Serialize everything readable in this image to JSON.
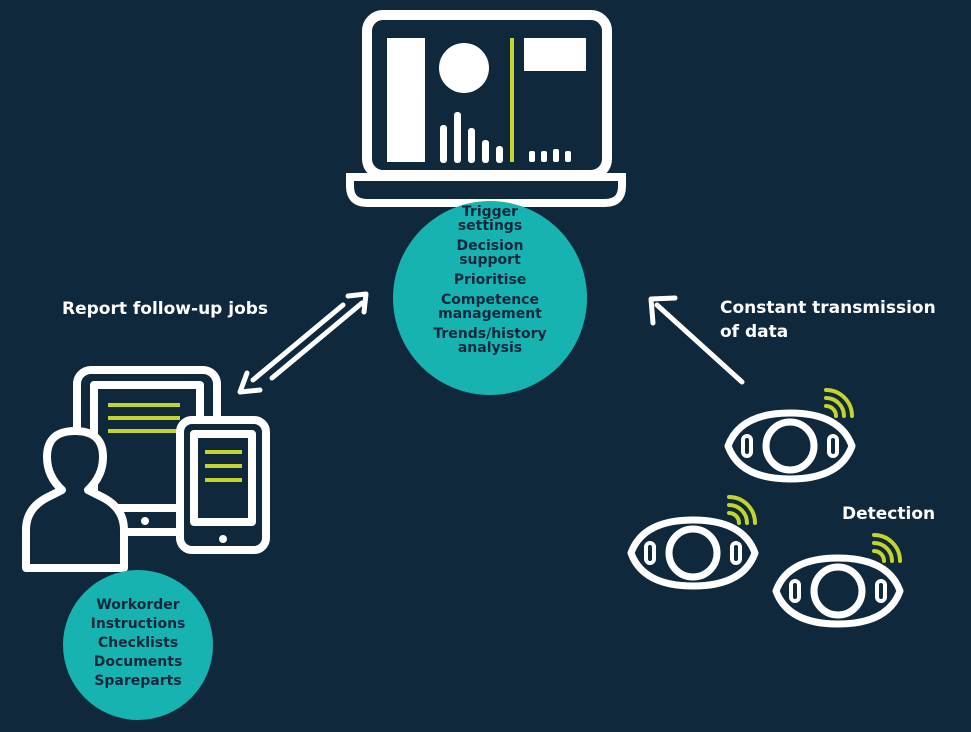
{
  "colors": {
    "background": "#0f283b",
    "outline": "#ffffff",
    "accent_lime": "#c3d52c",
    "teal": "#17b3b1",
    "text_dark": "#0f283b"
  },
  "central_circle": {
    "items": [
      "Trigger settings",
      "Decision support",
      "Prioritise",
      "Competence management",
      "Trends/history analysis"
    ],
    "lines": [
      "Trigger",
      "settings",
      "Decision",
      "support",
      "Prioritise",
      "Competence",
      "management",
      "Trends/history",
      "analysis"
    ]
  },
  "bottom_circle": {
    "items": [
      "Workorder",
      "Instructions",
      "Checklists",
      "Documents",
      "Spareparts"
    ]
  },
  "labels": {
    "report_follow_up": "Report follow-up jobs",
    "constant_transmission_line1": "Constant transmission",
    "constant_transmission_line2": "of data",
    "detection": "Detection"
  },
  "icons": {
    "laptop": "laptop-dashboard-icon",
    "user_devices": "user-with-tablet-and-phone-icon",
    "sensor": "wireless-sensor-icon",
    "arrow_double": "double-arrow-icon",
    "arrow_single": "arrow-icon"
  }
}
